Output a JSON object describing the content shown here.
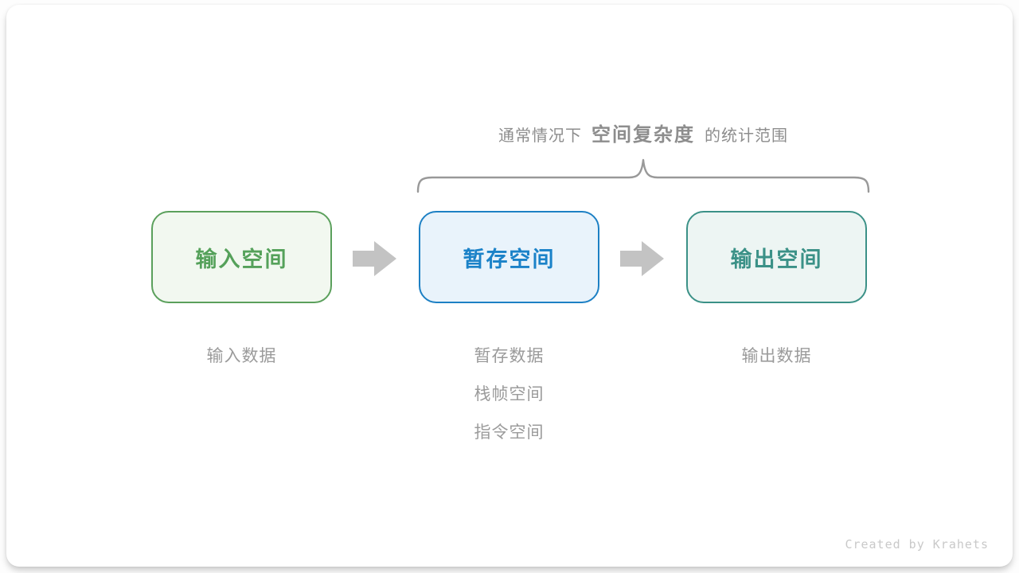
{
  "scope_annotation": {
    "prefix": "通常情况下",
    "highlight": "空间复杂度",
    "suffix": "的统计范围"
  },
  "boxes": [
    {
      "label": "输入空间",
      "text_color": "#55a15a",
      "border_color": "#5ba05c",
      "bg_color": "#f2f8f0",
      "note_lines": [
        "输入数据"
      ]
    },
    {
      "label": "暂存空间",
      "text_color": "#1b82c8",
      "border_color": "#1d80c4",
      "bg_color": "#e9f3fb",
      "note_lines": [
        "暂存数据",
        "栈帧空间",
        "指令空间"
      ]
    },
    {
      "label": "输出空间",
      "text_color": "#3b9187",
      "border_color": "#3b9187",
      "bg_color": "#edf5f3",
      "note_lines": [
        "输出数据"
      ]
    }
  ],
  "colors": {
    "scope_text": "#8d8d8d",
    "brace": "#999999",
    "arrow": "#c3c3c3",
    "note_text": "#9b9b9b",
    "credit_text": "#c9c9c9"
  },
  "footer": {
    "credit": "Created by Krahets"
  }
}
